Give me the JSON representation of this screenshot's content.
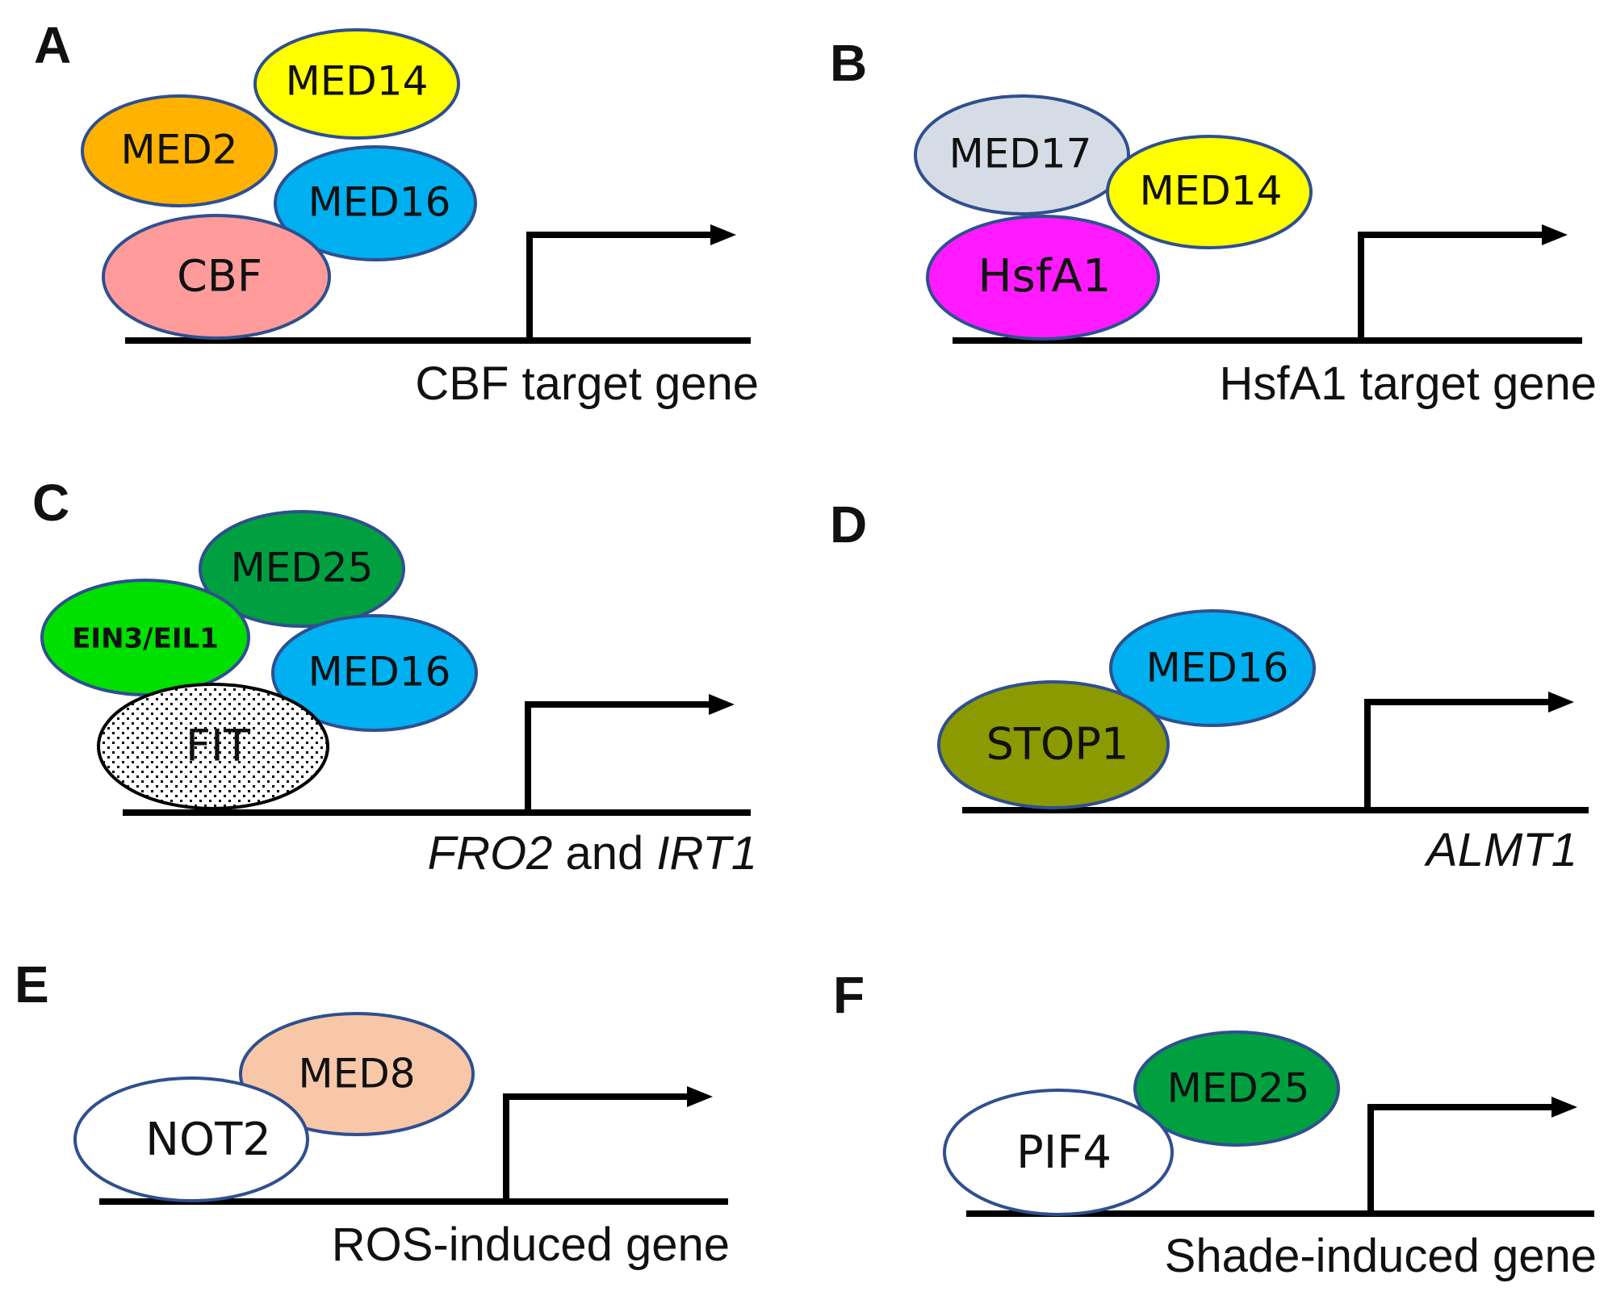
{
  "colors": {
    "outline": "#2f4f8f",
    "med14": "#ffff00",
    "med2": "#ffb300",
    "med16": "#00b0f0",
    "cbf": "#ff9b9b",
    "med17": "#d6dce5",
    "hsfa1": "#ff1aff",
    "med25": "#00a040",
    "ein3": "#00e000",
    "stop1": "#8a9a00",
    "med8": "#f8c7a8",
    "white": "#ffffff"
  },
  "panels": [
    {
      "letter": "A",
      "gene": [
        "CBF target gene"
      ],
      "proteins": [
        "MED14",
        "MED2",
        "MED16",
        "CBF"
      ]
    },
    {
      "letter": "B",
      "gene": [
        "HsfA1 target gene"
      ],
      "proteins": [
        "MED17",
        "MED14",
        "HsfA1"
      ]
    },
    {
      "letter": "C",
      "gene": [
        "FRO2",
        " and ",
        "IRT1"
      ],
      "proteins": [
        "MED25",
        "EIN3/EIL1",
        "MED16",
        "FIT"
      ]
    },
    {
      "letter": "D",
      "gene": [
        "ALMT1"
      ],
      "proteins": [
        "MED16",
        "STOP1"
      ]
    },
    {
      "letter": "E",
      "gene": [
        "ROS-induced gene"
      ],
      "proteins": [
        "MED8",
        "NOT2"
      ]
    },
    {
      "letter": "F",
      "gene": [
        "Shade-induced gene"
      ],
      "proteins": [
        "MED25",
        "PIF4"
      ]
    }
  ]
}
